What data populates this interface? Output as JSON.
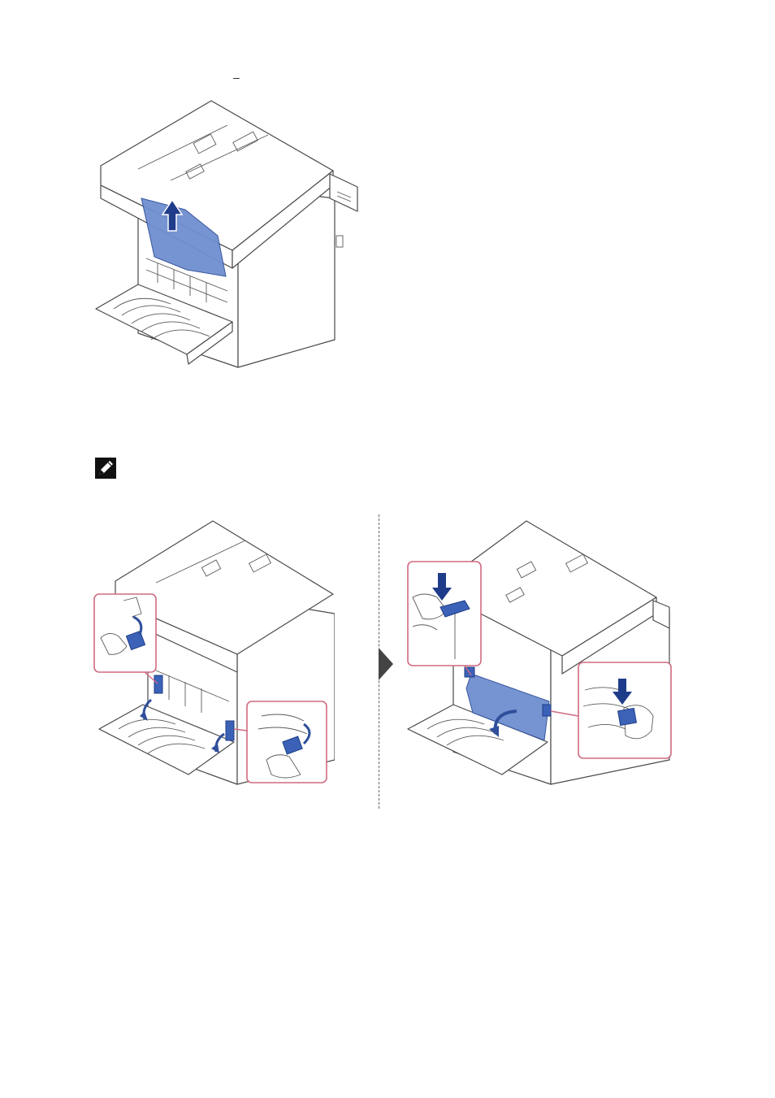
{
  "page": {
    "stray_mark": "–"
  },
  "figures": {
    "fig1_alt": "printer-rear-paper-removal",
    "fig2_left_alt": "printer-rear-levers-down",
    "fig2_right_alt": "printer-rear-fuser-cover-open"
  },
  "icons": {
    "note": "note-pencil-icon",
    "step_arrow": "triangle-right-icon",
    "up_arrow": "arrow-up-icon",
    "down_arrow": "arrow-down-icon",
    "curved_arrow": "curved-arrow-icon"
  },
  "colors": {
    "highlight_blue": "#6f8fd0",
    "lever_blue": "#3c62b8",
    "callout_pink": "#d06a80",
    "step_arrow_gray": "#444444"
  }
}
